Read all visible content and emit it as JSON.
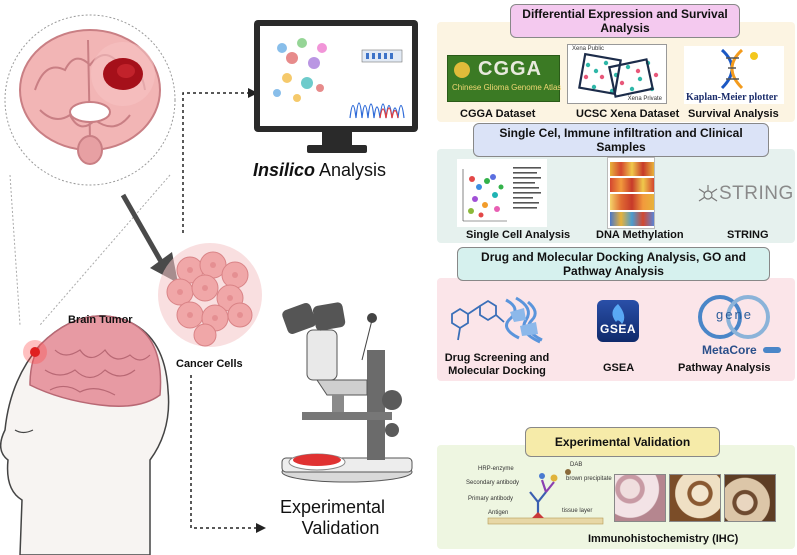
{
  "labels": {
    "brain_tumor": "Brain Tumor",
    "cancer_cells": "Cancer Cells",
    "insilico_italic": "Insilico",
    "insilico_rest": " Analysis",
    "experimental_line1": "Experimental",
    "experimental_line2": "Validation"
  },
  "section1": {
    "title": "Differential Expression and Survival Analysis",
    "logo_cgga_title": "CGGA",
    "logo_cgga_sub": "Chinese Glioma Genome Atlas",
    "logo_xena_top": "Xena Public",
    "logo_xena_bottom": "Xena Private",
    "logo_km_text": "Kaplan-Meier plotter",
    "items": [
      "CGGA Dataset",
      "UCSC Xena Dataset",
      "Survival Analysis"
    ]
  },
  "section2": {
    "title": "Single Cel, Immune infiltration and Clinical Samples",
    "logo_string": "STRING",
    "items": [
      "Single Cell Analysis",
      "DNA Methylation",
      "STRING"
    ]
  },
  "section3": {
    "title": "Drug and Molecular Docking Analysis, GO and Pathway Analysis",
    "logo_gsea": "GSEA",
    "logo_gene": "gene",
    "logo_metacore": "MetaCore",
    "items": [
      "Drug Screening and Molecular Docking",
      "GSEA",
      "Pathway Analysis"
    ]
  },
  "section4": {
    "title": "Experimental Validation",
    "ihc_diagram_labels": [
      "HRP-enzyme",
      "DAB",
      "Secondary antibody",
      "brown precipitate",
      "Primary antibody",
      "Antigen",
      "tissue layer"
    ],
    "item": "Immunohistochemistry (IHC)"
  },
  "colors": {
    "panel1_bg": "#fcf4e2",
    "panel2_bg": "#e6f1ee",
    "panel3_bg": "#fbe5e9",
    "panel4_bg": "#eef6e1",
    "head1_bg": "#f4c9ef",
    "head2_bg": "#dbe3f7",
    "head3_bg": "#d6f1ee",
    "head4_bg": "#f6eba9",
    "tumor_red": "#d43b3b",
    "cell_pink": "#f0a7a8",
    "arrow_dark": "#4a4a4a"
  }
}
